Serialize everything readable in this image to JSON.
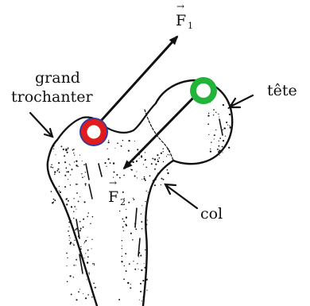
{
  "labels": {
    "grand_line1": "grand",
    "grand_line2": "trochanter",
    "tete": "tête",
    "col": "col"
  },
  "forces": {
    "f1": {
      "letter": "F",
      "subscript": "1",
      "arrow": "→"
    },
    "f2": {
      "letter": "F",
      "subscript": "2",
      "arrow": "→"
    }
  },
  "colors": {
    "ink": "#111111",
    "marker_red": "#e01b1b",
    "marker_red_ring": "#3a3aa0",
    "marker_green": "#22b33a",
    "marker_center": "#ffffff"
  }
}
